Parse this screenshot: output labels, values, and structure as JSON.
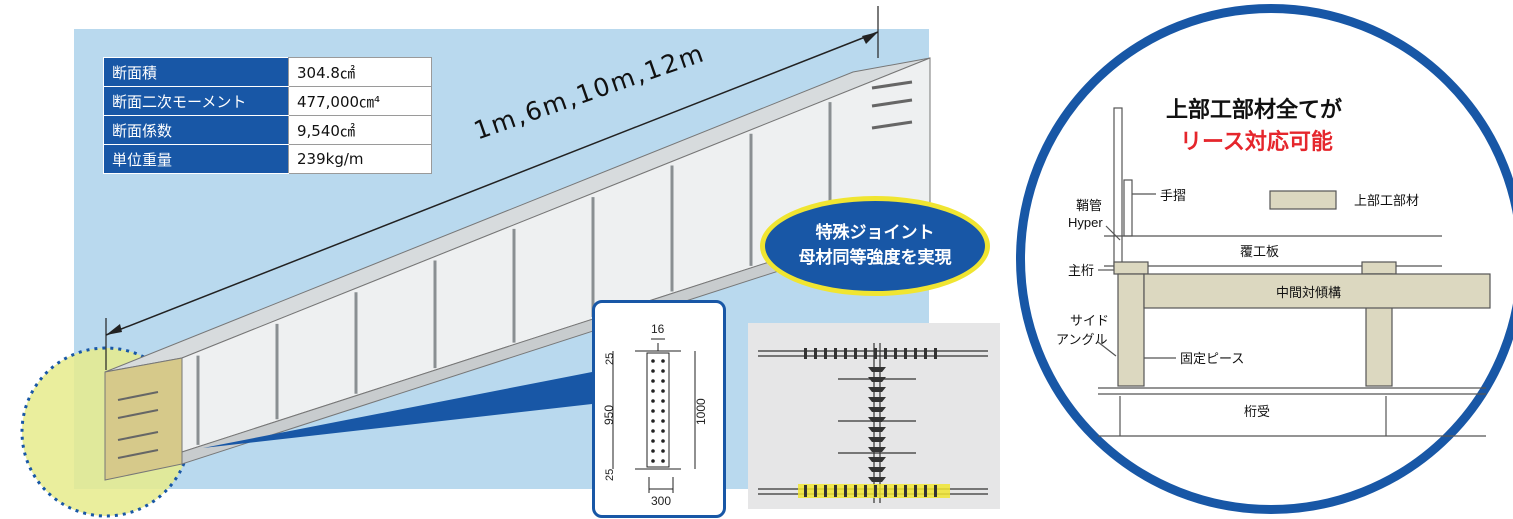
{
  "spec_table": [
    {
      "label": "断面積",
      "value": "304.8㎠"
    },
    {
      "label": "断面二次モーメント",
      "value": "477,000㎝⁴"
    },
    {
      "label": "断面係数",
      "value": "9,540㎠"
    },
    {
      "label": "単位重量",
      "value": "239kg/m"
    }
  ],
  "beam": {
    "length_label": "1m,6m,10m,12m"
  },
  "joint_badge": {
    "line1": "特殊ジョイント",
    "line2": "母材同等強度を実現"
  },
  "section": {
    "dim_top": "16",
    "dim_25_top": "25",
    "dim_950": "950",
    "dim_1000": "1000",
    "dim_25_bottom": "25",
    "dim_300": "300"
  },
  "circle": {
    "title_line1": "上部工部材全てが",
    "title_line2": "リース対応可能",
    "labels": {
      "handrail": "手摺",
      "legend": "上部工部材",
      "sheath_line1": "鞘管",
      "sheath_line2": "Hyper",
      "deck": "覆工板",
      "main_girder": "主桁",
      "bracing": "中間対傾構",
      "side_angle_line1": "サイド",
      "side_angle_line2": "アングル",
      "fixing_piece": "固定ピース",
      "girder_support": "桁受"
    }
  },
  "colors": {
    "brand_blue": "#1857a6",
    "sky": "#b9d9ee",
    "accent_yellow": "#f0e531",
    "red": "#e5262c",
    "member_beige": "#dcd8c0"
  }
}
